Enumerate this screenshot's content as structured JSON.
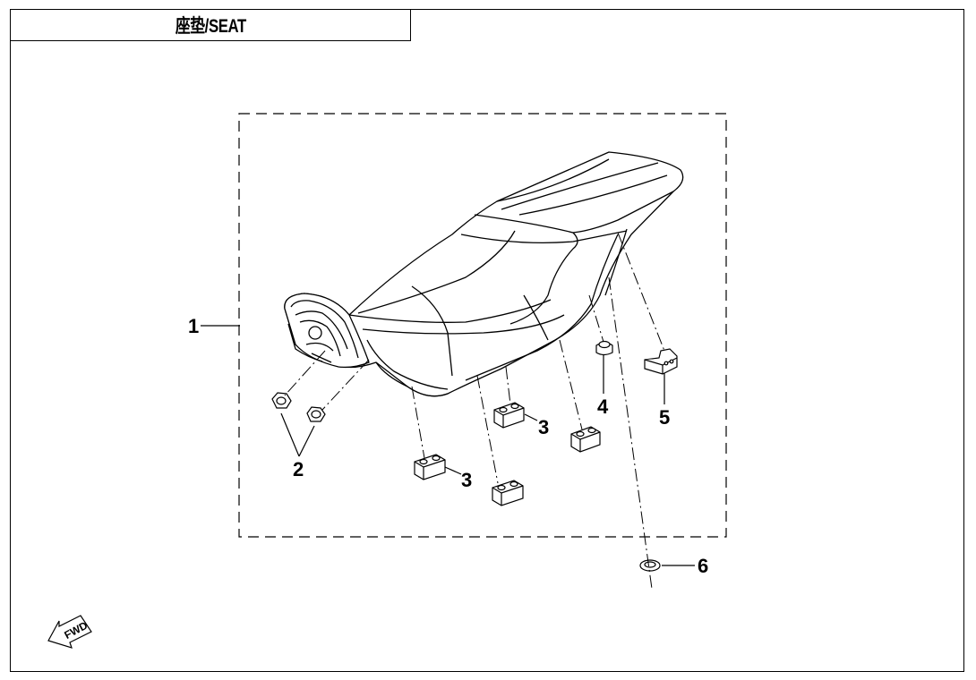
{
  "header": {
    "title": "座垫/SEAT"
  },
  "callouts": [
    {
      "id": "1",
      "label": "1"
    },
    {
      "id": "2",
      "label": "2"
    },
    {
      "id": "3a",
      "label": "3"
    },
    {
      "id": "3b",
      "label": "3"
    },
    {
      "id": "4",
      "label": "4"
    },
    {
      "id": "5",
      "label": "5"
    },
    {
      "id": "6",
      "label": "6"
    }
  ],
  "direction_marker": {
    "label": "FWD"
  },
  "icons": [
    "fwd-arrow-icon"
  ]
}
